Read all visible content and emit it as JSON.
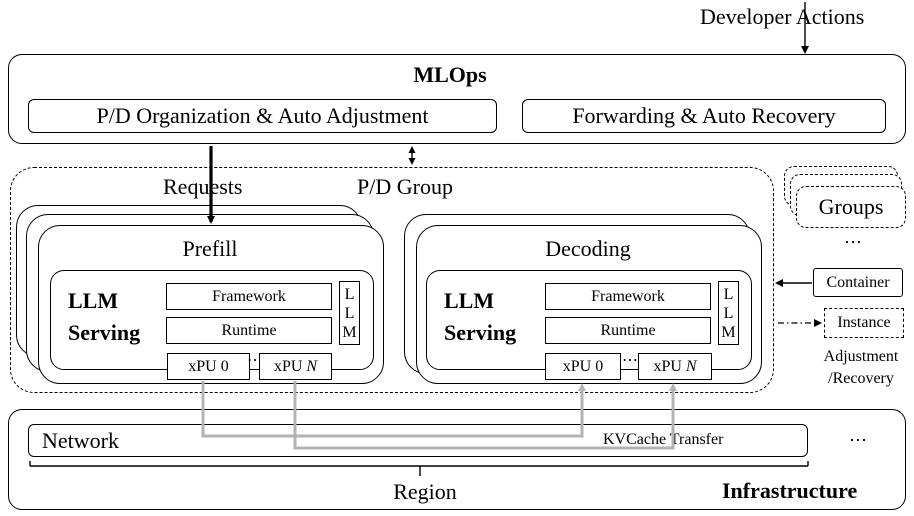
{
  "developer_actions": "Developer Actions",
  "mlops": {
    "title": "MLOps",
    "pd_org": "P/D Organization & Auto Adjustment",
    "forwarding": "Forwarding & Auto Recovery"
  },
  "pd_group": {
    "requests": "Requests",
    "label": "P/D Group"
  },
  "prefill": {
    "title": "Prefill",
    "llm": "LLM",
    "serving": "Serving",
    "framework": "Framework",
    "runtime": "Runtime",
    "vertical_label": [
      "L",
      "L",
      "M"
    ],
    "xpu0": "xPU 0",
    "xpun_prefix": "xPU ",
    "xpun_n": "N",
    "dots": "⋯"
  },
  "decoding": {
    "title": "Decoding",
    "llm": "LLM",
    "serving": "Serving",
    "framework": "Framework",
    "runtime": "Runtime",
    "vertical_label": [
      "L",
      "L",
      "M"
    ],
    "xpu0": "xPU 0",
    "xpun_prefix": "xPU ",
    "xpun_n": "N",
    "dots": "⋯"
  },
  "side": {
    "groups": "Groups",
    "groups_dots": "⋯",
    "container": "Container",
    "instance": "Instance",
    "adjustment": "Adjustment",
    "recovery": "/Recovery"
  },
  "infrastructure": {
    "network": "Network",
    "kvcache": "KVCache Transfer",
    "dots": "⋯",
    "region": "Region",
    "title": "Infrastructure"
  },
  "colors": {
    "kv_lines": "#b3b3b3",
    "stroke": "#000000"
  }
}
